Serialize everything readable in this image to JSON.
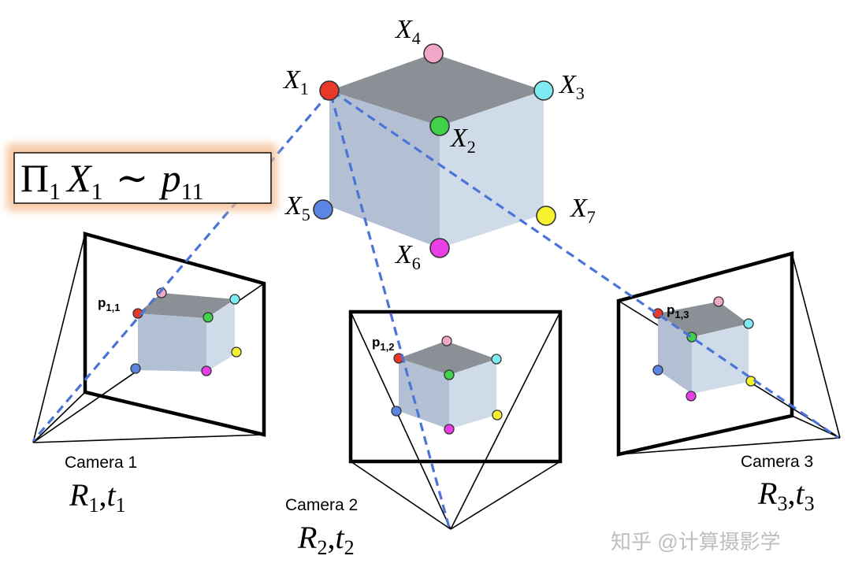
{
  "points": [
    {
      "id": "X1",
      "base": "X",
      "sub": "1",
      "color": "#e8382a"
    },
    {
      "id": "X2",
      "base": "X",
      "sub": "2",
      "color": "#3fd24a"
    },
    {
      "id": "X3",
      "base": "X",
      "sub": "3",
      "color": "#7eeaf2"
    },
    {
      "id": "X4",
      "base": "X",
      "sub": "4",
      "color": "#f2a6c8"
    },
    {
      "id": "X5",
      "base": "X",
      "sub": "5",
      "color": "#5b86e6"
    },
    {
      "id": "X6",
      "base": "X",
      "sub": "6",
      "color": "#ec3ee6"
    },
    {
      "id": "X7",
      "base": "X",
      "sub": "7",
      "color": "#f7f230"
    }
  ],
  "equation": {
    "pi": "Π",
    "pi_sub": "1",
    "x": "X",
    "x_sub": "1",
    "sim": "∼",
    "p": "p",
    "p_sub": "11"
  },
  "cameras": [
    {
      "name": "Camera 1",
      "R": "R",
      "R_sub": "1",
      "t": "t",
      "t_sub": "1",
      "projection": "p",
      "projection_sub": "1,1"
    },
    {
      "name": "Camera 2",
      "R": "R",
      "R_sub": "2",
      "t": "t",
      "t_sub": "2",
      "projection": "p",
      "projection_sub": "1,2"
    },
    {
      "name": "Camera 3",
      "R": "R",
      "R_sub": "3",
      "t": "t",
      "t_sub": "3",
      "projection": "p",
      "projection_sub": "1,3"
    }
  ],
  "pose_separator": ",",
  "watermark": {
    "text": "知乎 @计算摄影学"
  },
  "colors": {
    "ray": "#4a74d8",
    "cube_top": "#8a9096",
    "cube_left": "#b3c0d3",
    "cube_right": "#cfdbe8",
    "equation_glow": "#f5b98a"
  }
}
